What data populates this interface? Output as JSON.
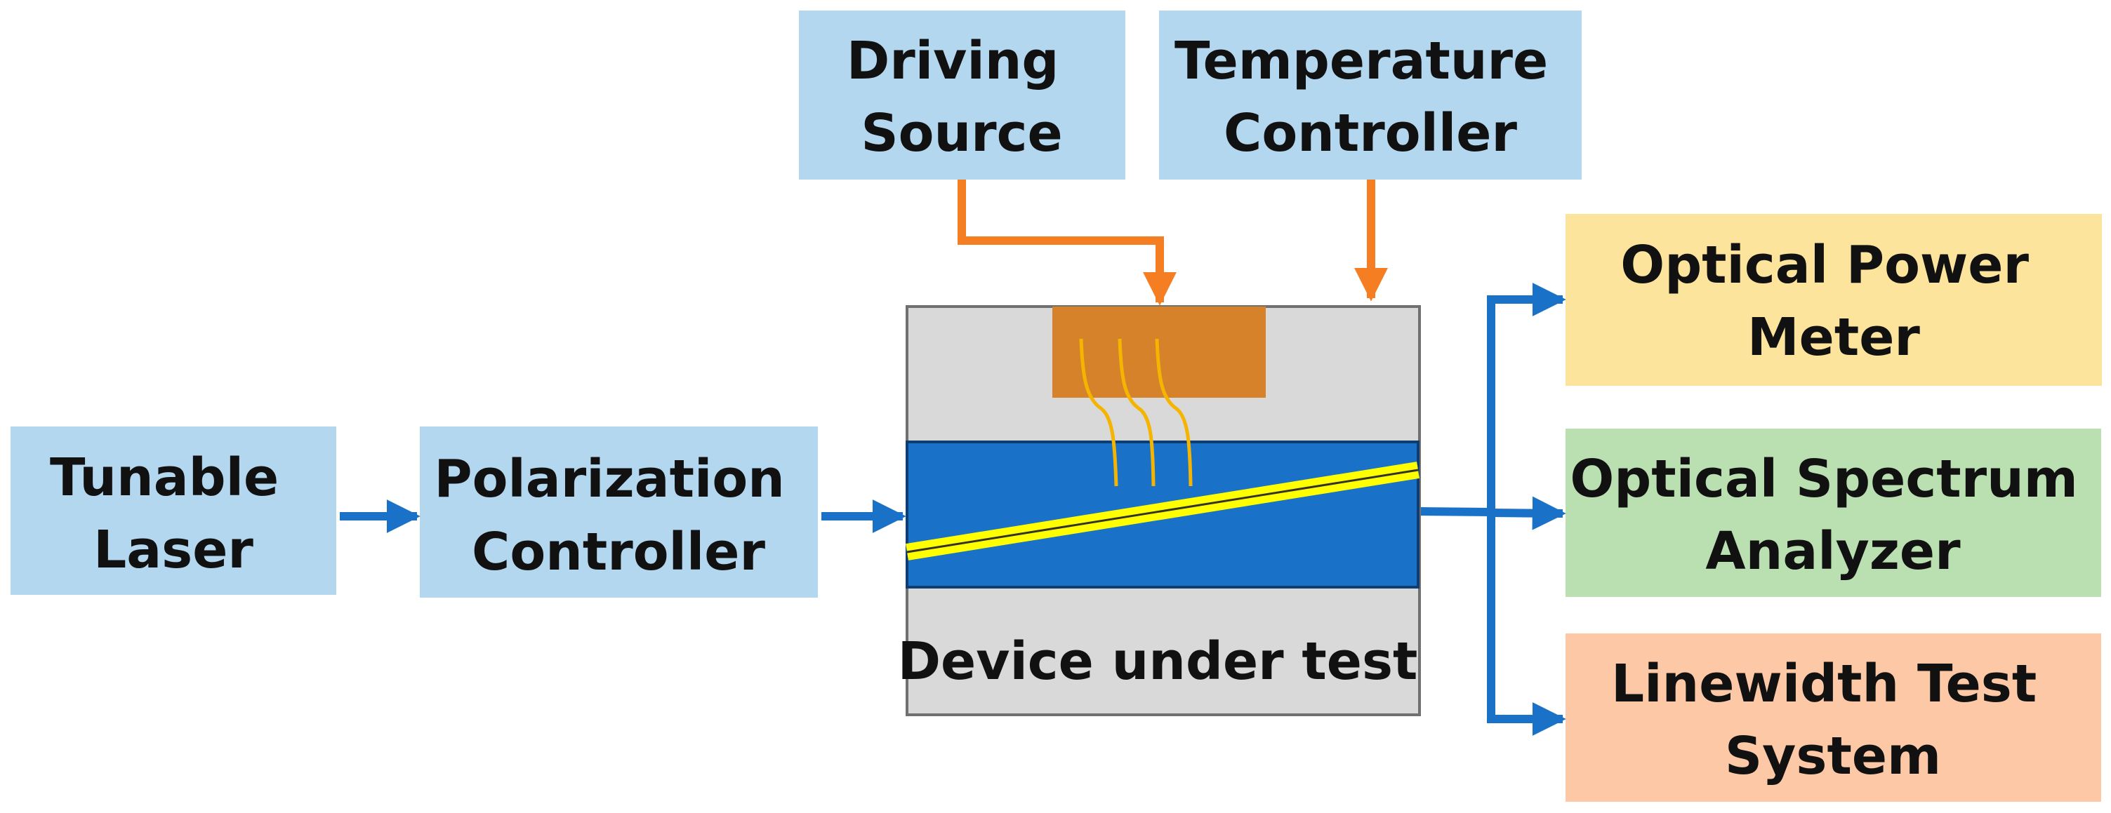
{
  "blocks": {
    "tunable_laser": {
      "lines": [
        "Tunable",
        "Laser"
      ],
      "fill": "#b4d7f0"
    },
    "polarization_controller": {
      "lines": [
        "Polarization",
        "Controller"
      ],
      "fill": "#b4d7f0"
    },
    "driving_source": {
      "lines": [
        "Driving",
        "Source"
      ],
      "fill": "#b4d7f0"
    },
    "temperature_controller": {
      "lines": [
        "Temperature",
        "Controller"
      ],
      "fill": "#b4d7f0"
    },
    "device_under_test": {
      "label": "Device under test",
      "fill": "#d9d9d9",
      "border": "#707070"
    },
    "optical_power_meter": {
      "lines": [
        "Optical Power",
        "Meter"
      ],
      "fill": "#fde49c"
    },
    "optical_spectrum_analyzer": {
      "lines": [
        "Optical Spectrum",
        "Analyzer"
      ],
      "fill": "#badfb0"
    },
    "linewidth_test_system": {
      "lines": [
        "Linewidth Test",
        "System"
      ],
      "fill": "#fdc8a5"
    }
  },
  "colors": {
    "optical_path": "#1a72c8",
    "electrical_path": "#f57e22",
    "heater_pad": "#d5822a",
    "electrode_wire": "#f5b400",
    "waveguide_chip": "#1a72c8",
    "waveguide": "#ffff00"
  }
}
